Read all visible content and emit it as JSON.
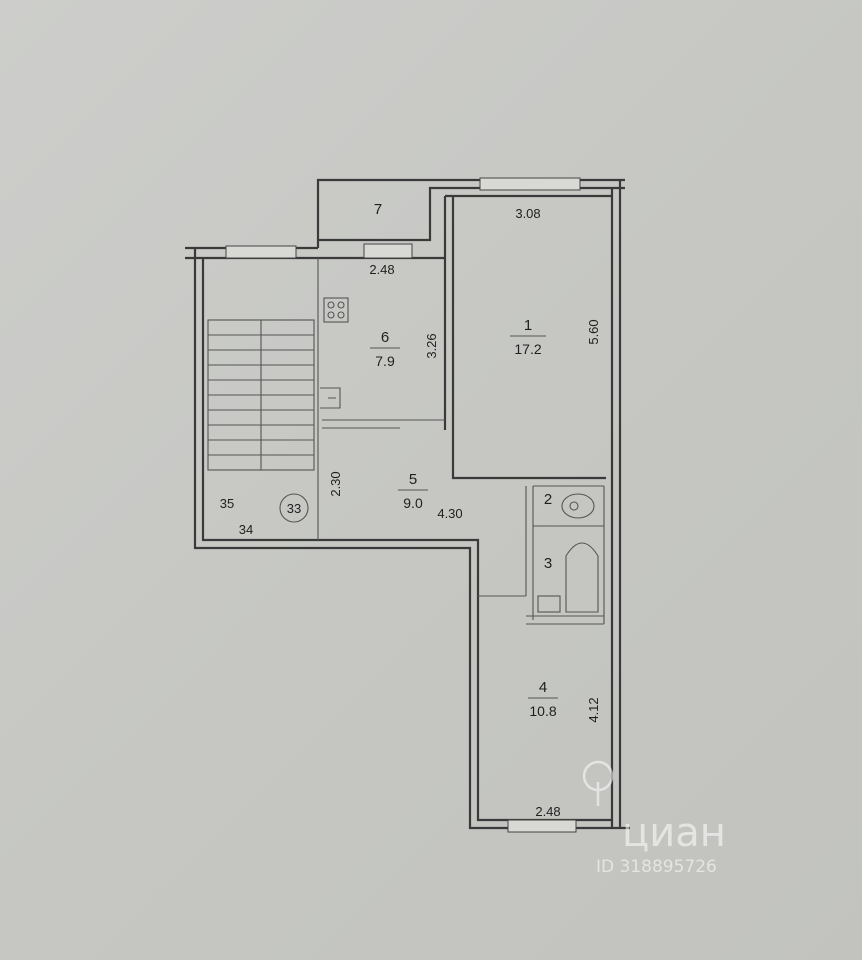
{
  "rooms": [
    {
      "number": "1",
      "area": "17.2"
    },
    {
      "number": "2"
    },
    {
      "number": "3"
    },
    {
      "number": "4",
      "area": "10.8"
    },
    {
      "number": "5",
      "area": "9.0"
    },
    {
      "number": "6",
      "area": "7.9"
    },
    {
      "number": "7"
    }
  ],
  "dimensions": {
    "room1_width": "3.08",
    "room1_length": "5.60",
    "room6_width": "2.48",
    "room6_length": "3.26",
    "room5_width": "2.30",
    "room5_length": "4.30",
    "room4_length": "4.12",
    "room4_width": "2.48"
  },
  "stair_labels": {
    "a": "35",
    "b": "34",
    "c": "33"
  },
  "watermark": {
    "brand": "циан",
    "id": "ID 318895726"
  }
}
